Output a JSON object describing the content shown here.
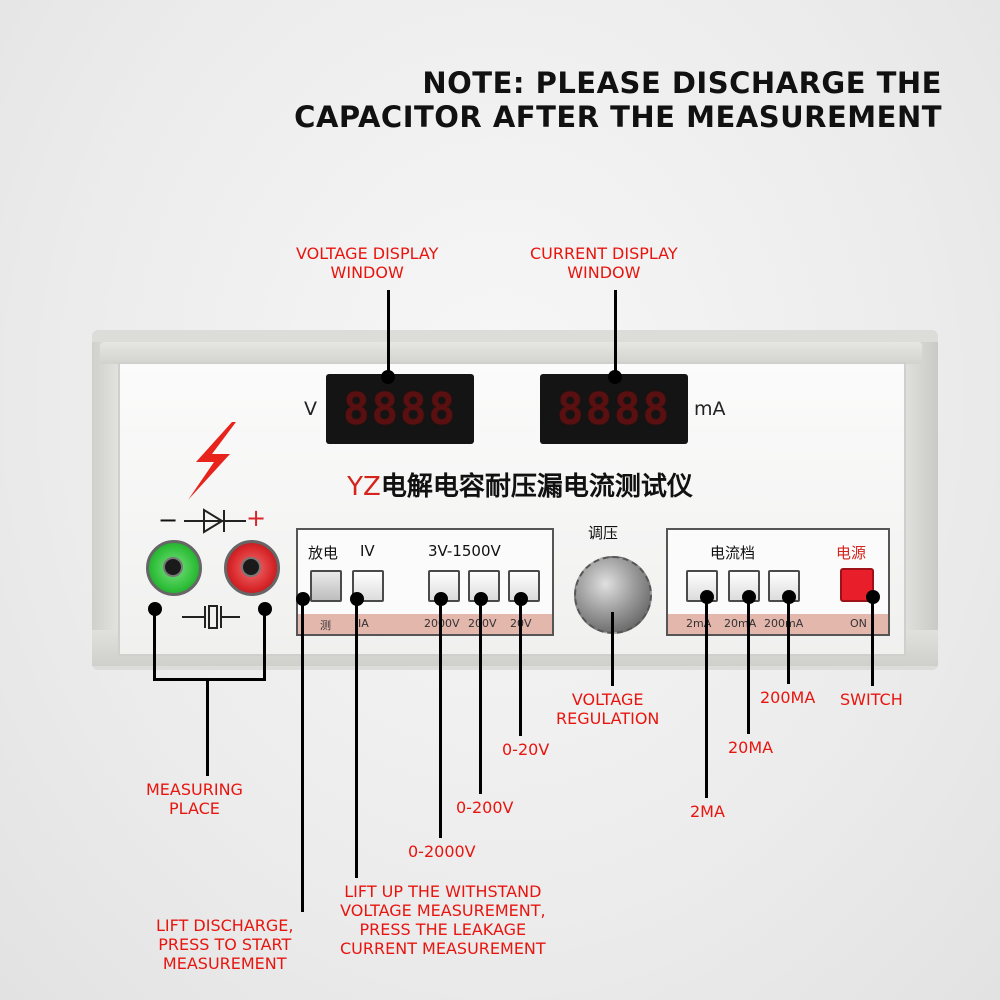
{
  "note": {
    "line1": "NOTE: PLEASE DISCHARGE THE",
    "line2": "CAPACITOR AFTER THE MEASUREMENT"
  },
  "callouts": {
    "voltage_display": [
      "VOLTAGE DISPLAY",
      "WINDOW"
    ],
    "current_display": [
      "CURRENT DISPLAY",
      "WINDOW"
    ],
    "measuring_place": [
      "MEASURING",
      "PLACE"
    ],
    "lift_discharge": [
      "LIFT DISCHARGE,",
      "PRESS TO START",
      "MEASUREMENT"
    ],
    "lift_up": [
      "LIFT UP THE WITHSTAND",
      "VOLTAGE MEASUREMENT,",
      "PRESS THE LEAKAGE",
      "CURRENT MEASUREMENT"
    ],
    "range_2000": "0-2000V",
    "range_200": "0-200V",
    "range_20": "0-20V",
    "voltage_regulation": [
      "VOLTAGE",
      "REGULATION"
    ],
    "ma_2": "2MA",
    "ma_20": "20MA",
    "ma_200": "200MA",
    "switch": "SWITCH"
  },
  "device": {
    "voltage_digits": "8888",
    "current_digits": "8888",
    "voltage_unit": "V",
    "current_unit": "mA",
    "title_prefix": "YZ",
    "title_main": "电解电容耐压漏电流测试仪",
    "left_panel": {
      "label_discharge": "放电",
      "label_iv": "IV",
      "label_range": "3V-1500V",
      "strip_test": "测",
      "strip_ia": "IA",
      "strip_2000": "2000V",
      "strip_200": "200V",
      "strip_20": "20V"
    },
    "knob_label": "调压",
    "right_panel": {
      "label_current": "电流档",
      "label_power": "电源",
      "strip_2ma": "2mA",
      "strip_20ma": "20mA",
      "strip_200ma": "200mA",
      "strip_on": "ON"
    },
    "jack_minus": "−",
    "jack_plus": "+"
  },
  "colors": {
    "callout": "#e8150f",
    "jack_negative": "#2fbf3a",
    "jack_positive": "#d8262a",
    "power_button": "#e81f2a"
  }
}
